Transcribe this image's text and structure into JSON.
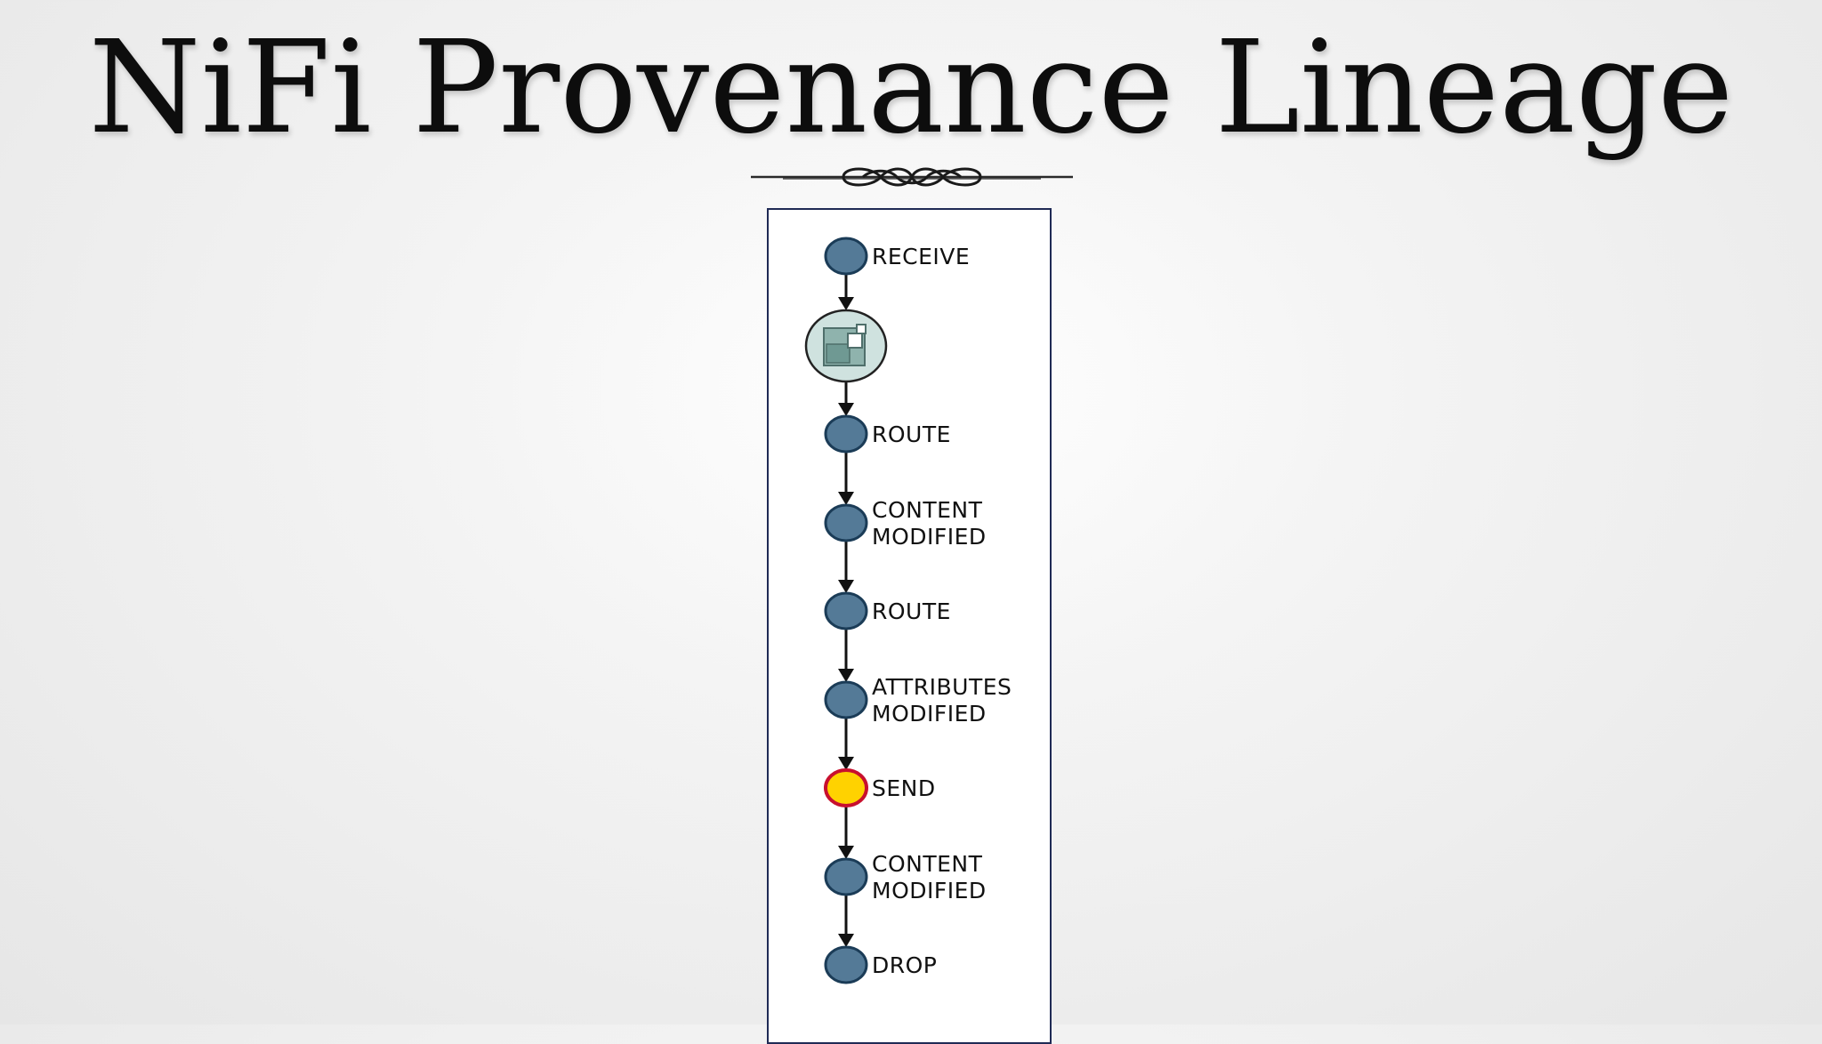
{
  "slide": {
    "title": "NiFi Provenance Lineage"
  },
  "colors": {
    "event_node": "#547a97",
    "event_node_stroke": "#1b3c57",
    "selected_node": "#ffd200",
    "selected_node_stroke": "#c8102e",
    "flowfile_node": "#cfe2df",
    "edge": "#111111",
    "panel_border": "#1f2a55"
  },
  "lineage": {
    "nodes": [
      {
        "id": "event-1",
        "kind": "event",
        "type": "RECEIVE",
        "lines": [
          "RECEIVE"
        ]
      },
      {
        "id": "flowfile-1",
        "kind": "flowfile",
        "icon": "flowfile-icon",
        "lines": []
      },
      {
        "id": "event-2",
        "kind": "event",
        "type": "ROUTE",
        "lines": [
          "ROUTE"
        ]
      },
      {
        "id": "event-3",
        "kind": "event",
        "type": "CONTENT MODIFIED",
        "lines": [
          "CONTENT",
          "MODIFIED"
        ]
      },
      {
        "id": "event-4",
        "kind": "event",
        "type": "ROUTE",
        "lines": [
          "ROUTE"
        ]
      },
      {
        "id": "event-5",
        "kind": "event",
        "type": "ATTRIBUTES MODIFIED",
        "lines": [
          "ATTRIBUTES",
          "MODIFIED"
        ]
      },
      {
        "id": "event-6",
        "kind": "event",
        "type": "SEND",
        "selected": true,
        "lines": [
          "SEND"
        ]
      },
      {
        "id": "event-7",
        "kind": "event",
        "type": "CONTENT MODIFIED",
        "lines": [
          "CONTENT",
          "MODIFIED"
        ]
      },
      {
        "id": "event-8",
        "kind": "event",
        "type": "DROP",
        "lines": [
          "DROP"
        ]
      }
    ]
  }
}
